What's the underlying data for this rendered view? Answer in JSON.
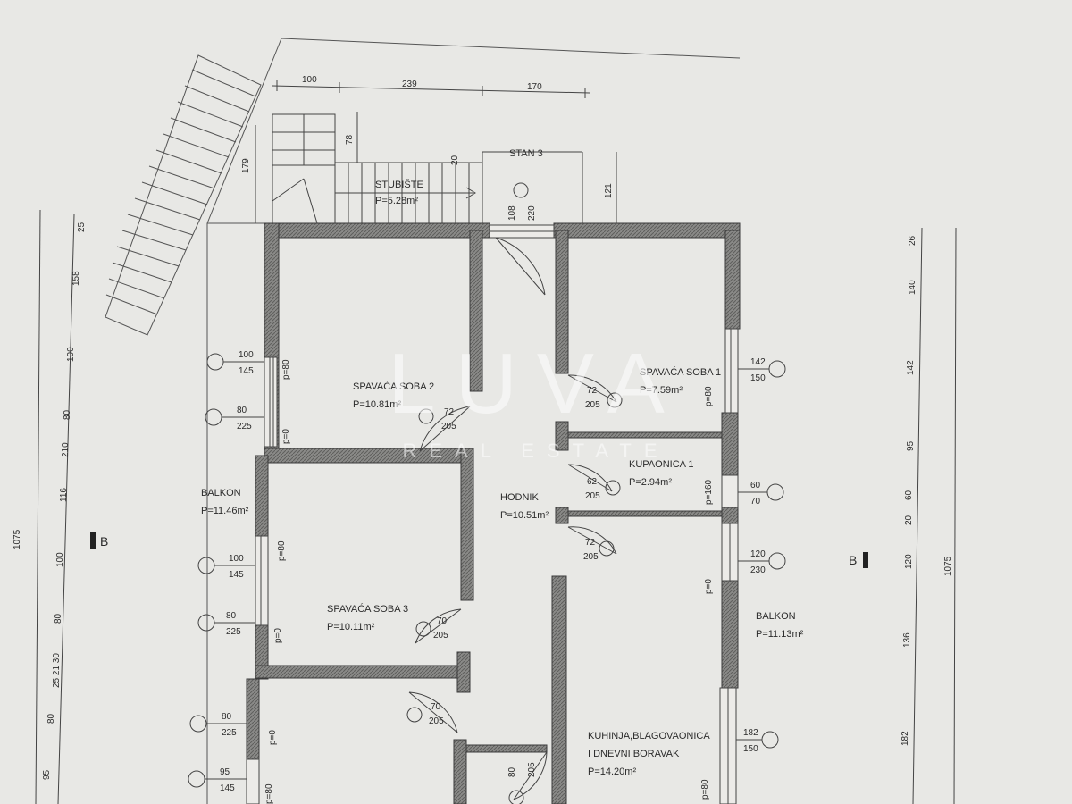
{
  "watermark": {
    "logo": "LUVA",
    "tagline": "REAL ESTATE"
  },
  "stair": {
    "name": "STUBIŠTE",
    "area": "P=5.28m²"
  },
  "apartment": "STAN 3",
  "rooms": {
    "soba2": {
      "name": "SPAVAĆA SOBA 2",
      "area": "P=10.81m²"
    },
    "soba1": {
      "name": "SPAVAĆA SOBA 1",
      "area": "P=7.59m²"
    },
    "kupaonica": {
      "name": "KUPAONICA 1",
      "area": "P=2.94m²"
    },
    "hodnik": {
      "name": "HODNIK",
      "area": "P=10.51m²"
    },
    "soba3": {
      "name": "SPAVAĆA SOBA 3",
      "area": "P=10.11m²"
    },
    "kuhinja": {
      "line1": "KUHINJA,BLAGOVAONICA",
      "line2": "I DNEVNI BORAVAK",
      "area": "P=14.20m²"
    },
    "balkon_left": {
      "name": "BALKON",
      "area": "P=11.46m²"
    },
    "balkon_right": {
      "name": "BALKON",
      "area": "P=11.13m²"
    }
  },
  "section_marks": {
    "left": "B",
    "right": "B"
  },
  "top_dims": [
    "100",
    "239",
    "170"
  ],
  "entry_dims": [
    "108",
    "220"
  ],
  "misc_dims": {
    "d78": "78",
    "d179": "179",
    "d20": "20",
    "d121": "121"
  },
  "left_dims": [
    "25",
    "158",
    "100",
    "80",
    "210",
    "116",
    "100",
    "80",
    "25 21 30",
    "80",
    "95"
  ],
  "left_total": "1075",
  "right_dims": [
    "26",
    "140",
    "142",
    "95",
    "60",
    "20",
    "120",
    "136",
    "182"
  ],
  "right_total": "1075",
  "windows_left": [
    {
      "w": "100",
      "h": "145"
    },
    {
      "w": "80",
      "h": "225"
    },
    {
      "w": "100",
      "h": "145"
    },
    {
      "w": "80",
      "h": "225"
    },
    {
      "w": "80",
      "h": "225"
    },
    {
      "w": "95",
      "h": "145"
    }
  ],
  "windows_right": [
    {
      "w": "142",
      "h": "150"
    },
    {
      "w": "60",
      "h": "70"
    },
    {
      "w": "120",
      "h": "230"
    },
    {
      "w": "182",
      "h": "150"
    }
  ],
  "doors": [
    {
      "w": "72",
      "h": "205"
    },
    {
      "w": "72",
      "h": "205"
    },
    {
      "w": "62",
      "h": "205"
    },
    {
      "w": "72",
      "h": "205"
    },
    {
      "w": "70",
      "h": "205"
    },
    {
      "w": "70",
      "h": "205"
    },
    {
      "w": "80",
      "h": "205"
    }
  ],
  "parapets": {
    "p80": "p=80",
    "p0": "p=0",
    "p160": "p=160"
  }
}
